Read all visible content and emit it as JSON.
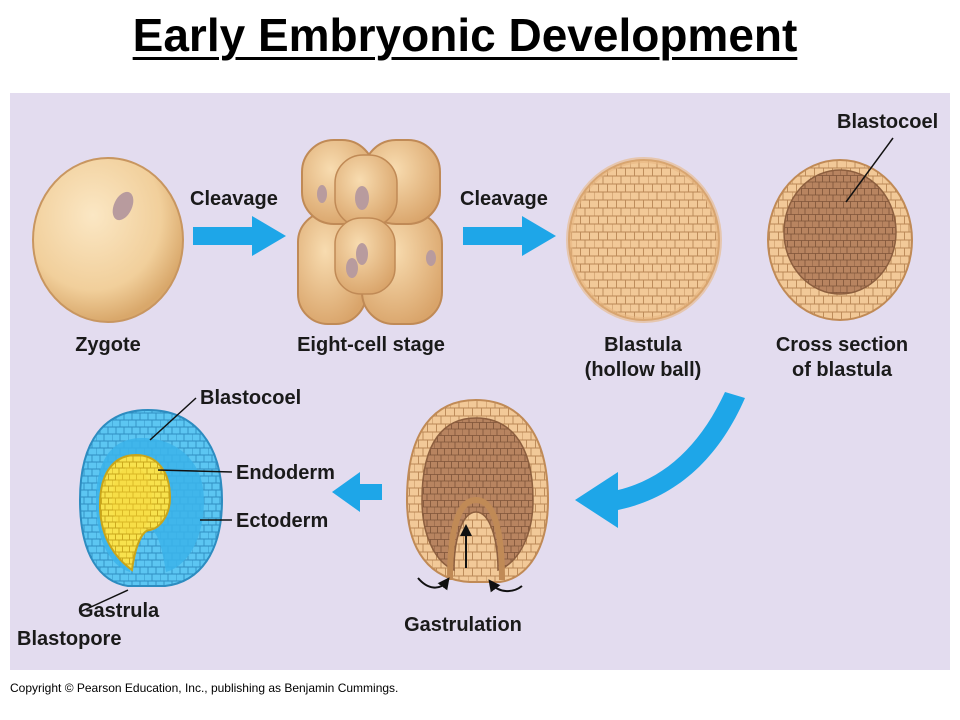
{
  "title": "Early Embryonic Development",
  "labels": {
    "zygote": "Zygote",
    "cleavage_1": "Cleavage",
    "eight_cell": "Eight-cell stage",
    "cleavage_2": "Cleavage",
    "blastula_1": "Blastula",
    "blastula_2": "(hollow ball)",
    "blastocoel_top": "Blastocoel",
    "cross_section_1": "Cross section",
    "cross_section_2": "of blastula",
    "gastrulation": "Gastrulation",
    "blastocoel_bottom": "Blastocoel",
    "endoderm": "Endoderm",
    "ectoderm": "Ectoderm",
    "gastrula": "Gastrula",
    "blastopore": "Blastopore"
  },
  "copyright": "Copyright © Pearson Education, Inc., publishing as Benjamin Cummings.",
  "colors": {
    "panel_background": "#e3dcef",
    "arrow_blue": "#1ea6e8",
    "cell_tan": "#e9b98a",
    "zygote_fill": "#f4d3a2",
    "ectoderm_blue": "#4fc1f0",
    "endoderm_yellow": "#f7e141"
  }
}
